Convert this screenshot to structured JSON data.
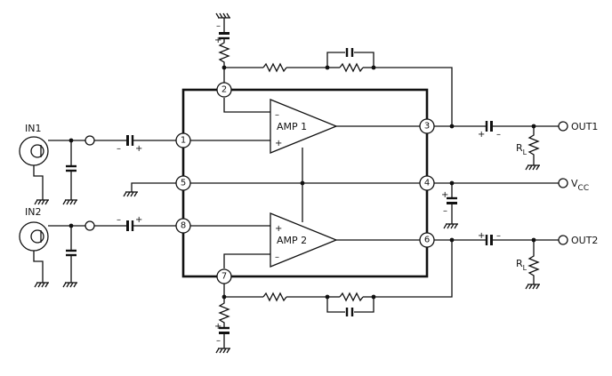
{
  "pins": {
    "p1": "1",
    "p2": "2",
    "p3": "3",
    "p4": "4",
    "p5": "5",
    "p6": "6",
    "p7": "7",
    "p8": "8"
  },
  "amplifiers": {
    "amp1": "AMP 1",
    "amp2": "AMP 2"
  },
  "inputs": {
    "in1": "IN1",
    "in2": "IN2"
  },
  "outputs": {
    "out1": "OUT1",
    "out2": "OUT2"
  },
  "supply": {
    "v": "V",
    "cc": "CC"
  },
  "load": {
    "r": "R",
    "l": "L"
  },
  "signs": {
    "plus": "+",
    "minus": "–"
  }
}
